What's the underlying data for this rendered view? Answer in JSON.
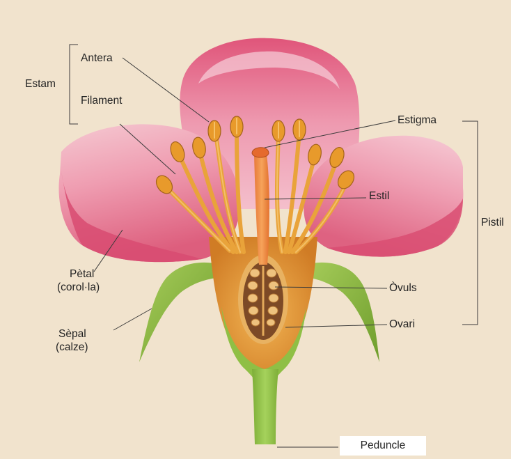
{
  "labels": {
    "estam": "Estam",
    "antera": "Antera",
    "filament": "Filament",
    "estigma": "Estigma",
    "estil": "Estil",
    "pistil": "Pistil",
    "petal_line1": "Pètal",
    "petal_line2": "(corol·la)",
    "ovuls": "Òvuls",
    "ovari": "Ovari",
    "sepal_line1": "Sèpal",
    "sepal_line2": "(calze)",
    "peduncle": "Peduncle"
  },
  "colors": {
    "background": "#f3e7d3",
    "petal": "#e3738f",
    "petal_light": "#f2b8c5",
    "stamen": "#e9a33a",
    "anther": "#d98a1f",
    "receptacle": "#d8842a",
    "ovary_interior": "#7d4a26",
    "ovule": "#e9c07a",
    "sepal": "#84b23a",
    "stem": "#93c24a",
    "leader_line": "#3a3a3a"
  }
}
